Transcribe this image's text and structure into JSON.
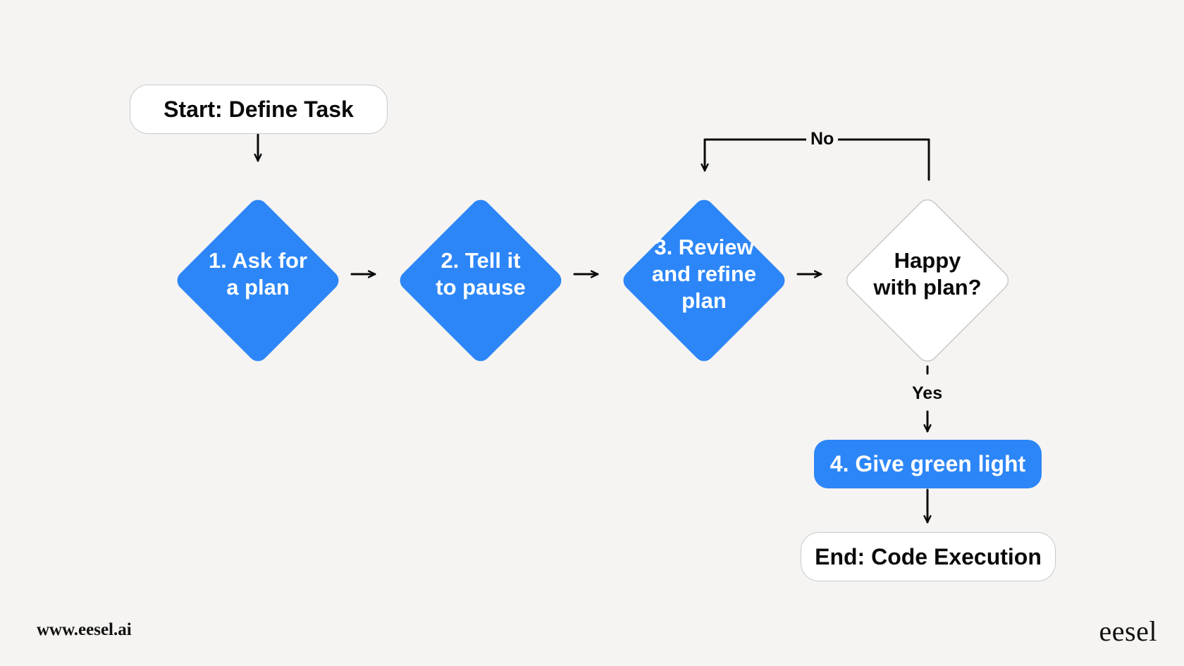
{
  "flowchart": {
    "start": "Start: Define Task",
    "step1": "1. Ask for\na plan",
    "step2": "2. Tell it\nto pause",
    "step3": "3. Review\nand refine\nplan",
    "decision": "Happy\nwith plan?",
    "no_label": "No",
    "yes_label": "Yes",
    "step4": "4. Give green light",
    "end": "End: Code Execution"
  },
  "footer": {
    "url": "www.eesel.ai",
    "logo": "eesel"
  },
  "colors": {
    "accent": "#2c86f7",
    "background": "#f5f4f2",
    "node_white": "#ffffff",
    "text": "#0a0a0a"
  }
}
